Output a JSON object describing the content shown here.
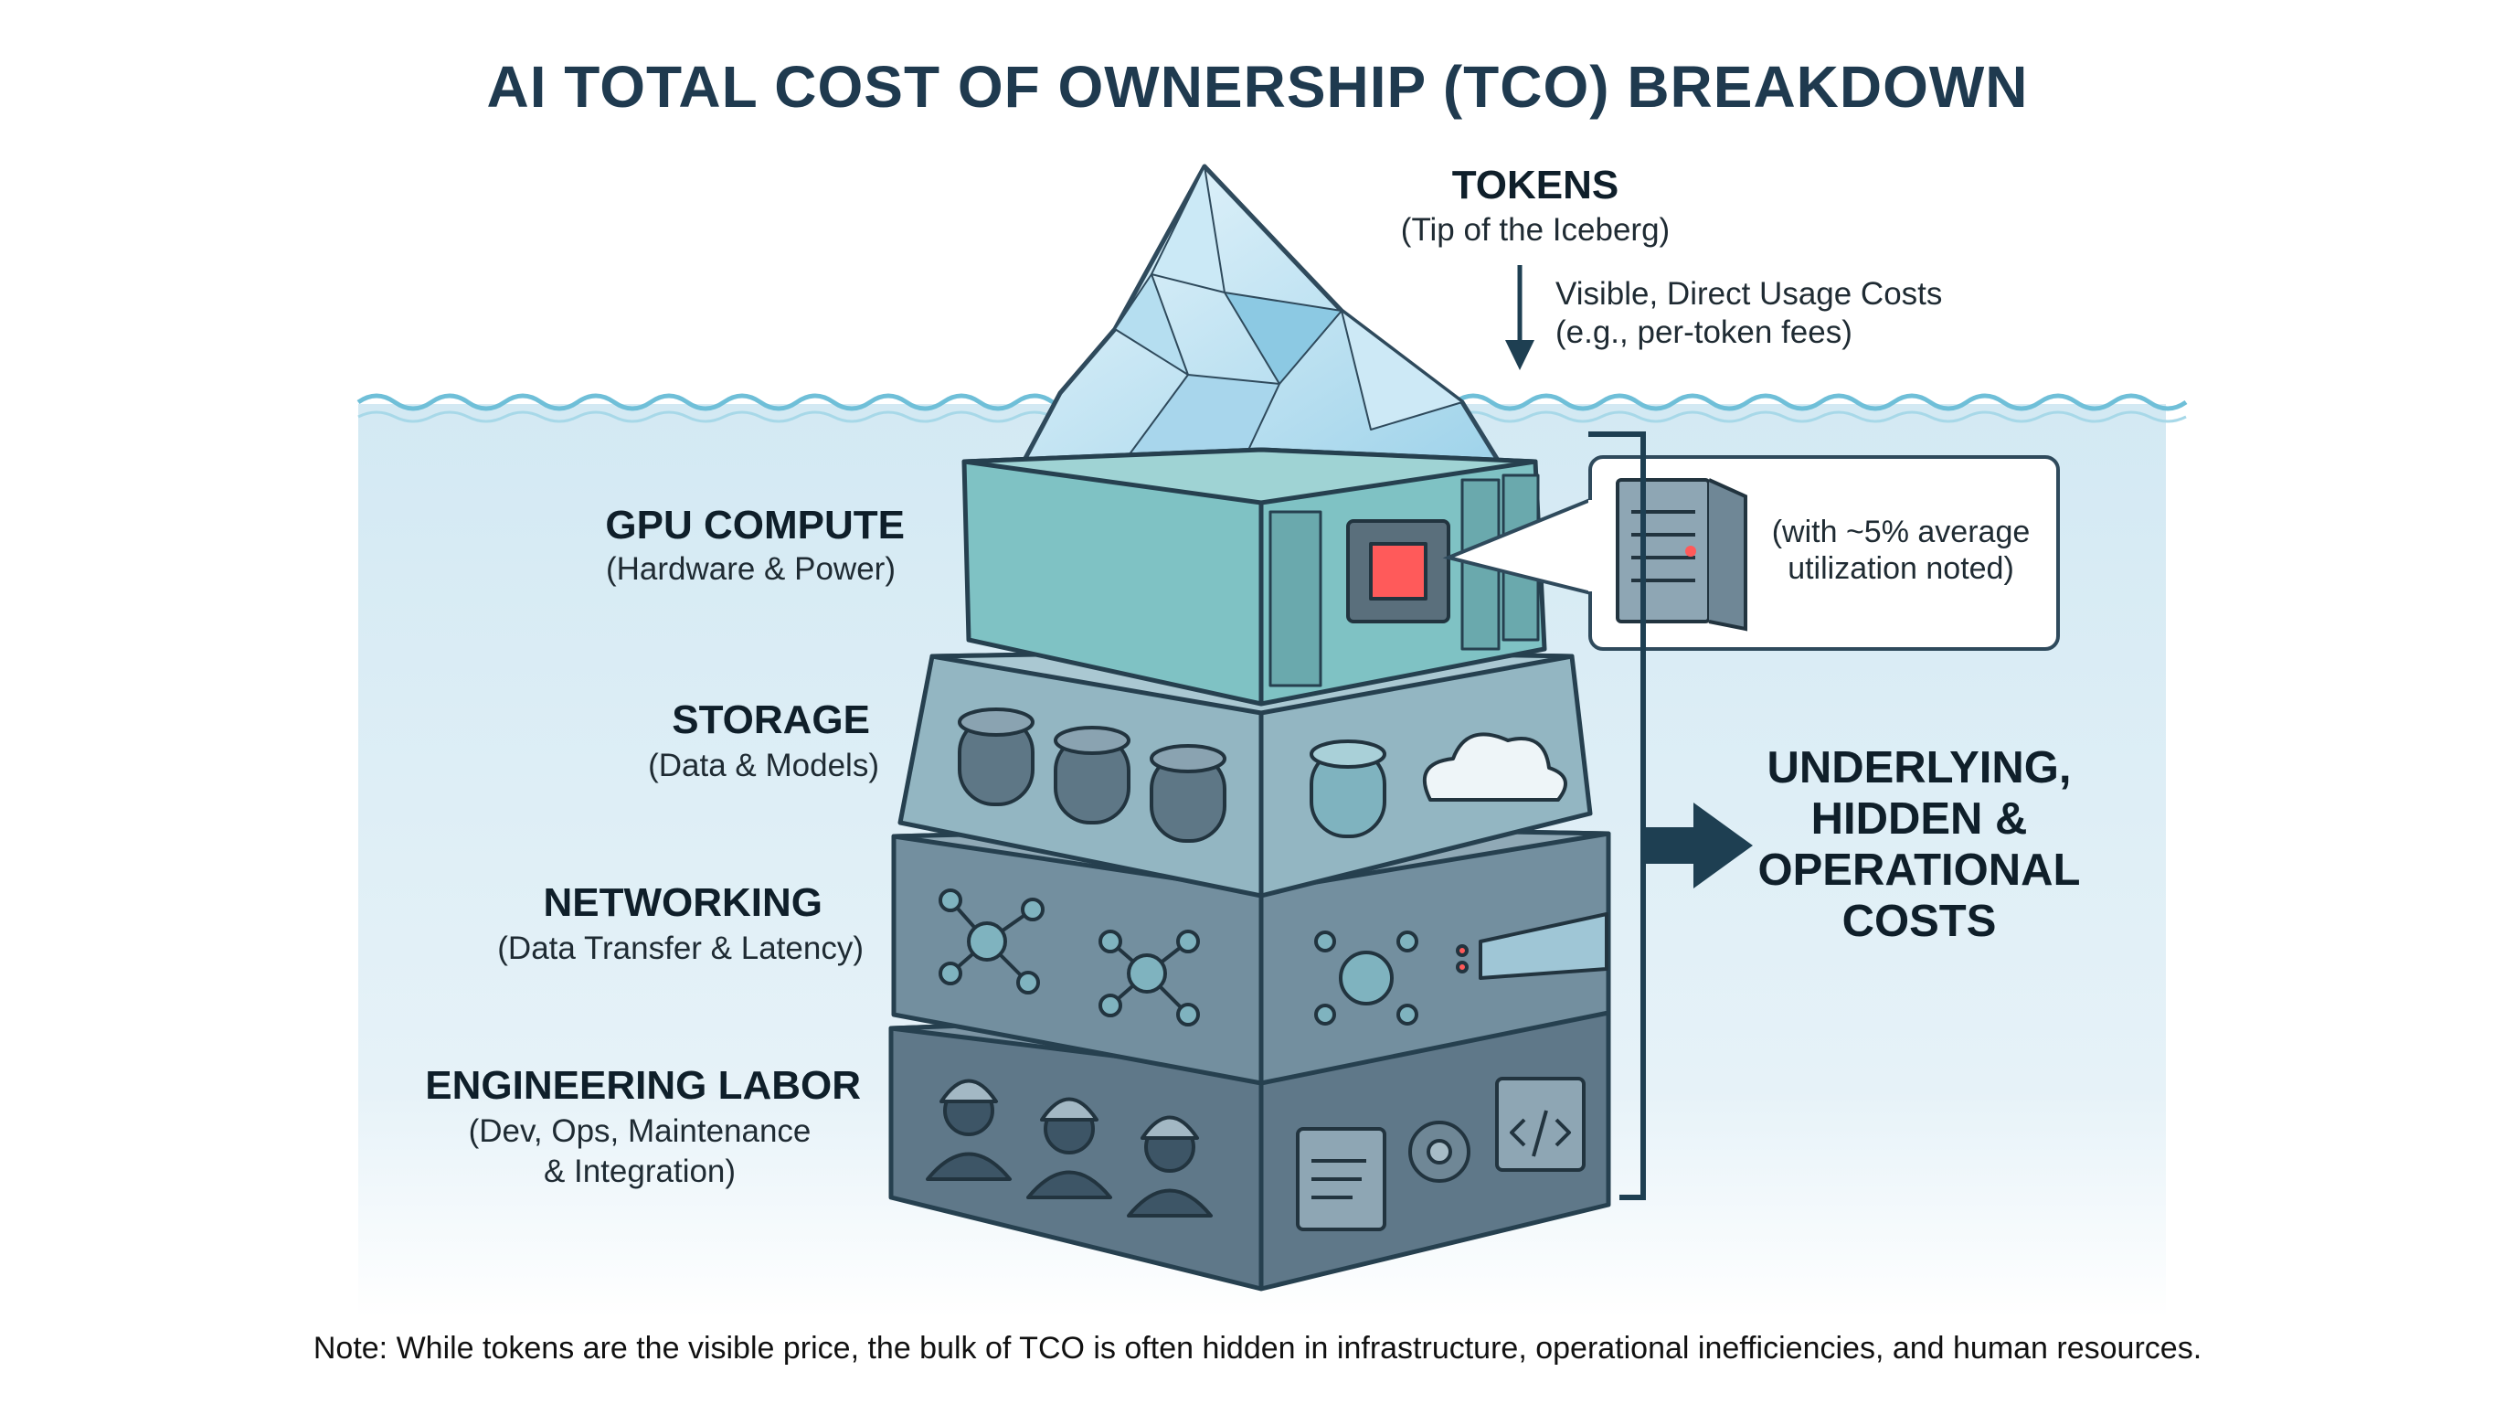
{
  "title": "AI TOTAL COST OF OWNERSHIP (TCO) BREAKDOWN",
  "tip": {
    "title": "TOKENS",
    "subtitle": "(Tip of the Iceberg)",
    "note_line1": "Visible, Direct Usage Costs",
    "note_line2": "(e.g., per-token fees)"
  },
  "layers": [
    {
      "title": "GPU COMPUTE",
      "subtitle": "(Hardware & Power)"
    },
    {
      "title": "STORAGE",
      "subtitle": "(Data & Models)"
    },
    {
      "title": "NETWORKING",
      "subtitle": "(Data Transfer & Latency)"
    },
    {
      "title": "ENGINEERING LABOR",
      "subtitle_line1": "(Dev, Ops, Maintenance",
      "subtitle_line2": "& Integration)"
    }
  ],
  "callout": {
    "line1": "(with ~5% average",
    "line2": "utilization noted)"
  },
  "hidden_costs_label": "UNDERLYING, HIDDEN & OPERATIONAL COSTS",
  "footnote": "Note: While tokens are the visible price, the bulk of TCO is often hidden in infrastructure, operational inefficiencies, and human resources.",
  "colors": {
    "title": "#1f3a4f",
    "water": "#dcedf5",
    "wave": "#6fbfd8",
    "gpu_front": "#7fc2c4",
    "storage_front": "#93b6c2",
    "networking_front": "#738f9f",
    "labor_front": "#5f7889",
    "chip_highlight": "#ff5a5a",
    "arrow": "#1e3f52"
  },
  "icons": [
    "iceberg-icon",
    "chip-icon",
    "server-rack-icon",
    "database-icon",
    "cloud-icon",
    "network-node-icon",
    "fiber-cable-icon",
    "engineer-icon",
    "code-window-icon",
    "gear-icon"
  ]
}
